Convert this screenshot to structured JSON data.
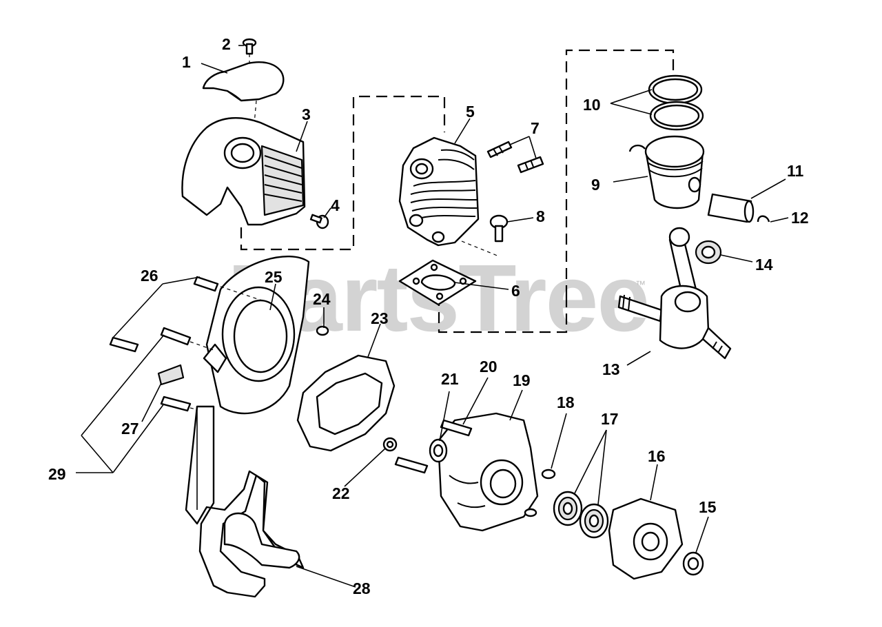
{
  "watermark": {
    "text": "PartsTree",
    "trademark": "™"
  },
  "callouts": [
    {
      "id": "1",
      "label": "1"
    },
    {
      "id": "2",
      "label": "2"
    },
    {
      "id": "3",
      "label": "3"
    },
    {
      "id": "4",
      "label": "4"
    },
    {
      "id": "5",
      "label": "5"
    },
    {
      "id": "6",
      "label": "6"
    },
    {
      "id": "7",
      "label": "7"
    },
    {
      "id": "8",
      "label": "8"
    },
    {
      "id": "9",
      "label": "9"
    },
    {
      "id": "10",
      "label": "10"
    },
    {
      "id": "11",
      "label": "11"
    },
    {
      "id": "12",
      "label": "12"
    },
    {
      "id": "13",
      "label": "13"
    },
    {
      "id": "14",
      "label": "14"
    },
    {
      "id": "15",
      "label": "15"
    },
    {
      "id": "16",
      "label": "16"
    },
    {
      "id": "17",
      "label": "17"
    },
    {
      "id": "18",
      "label": "18"
    },
    {
      "id": "19",
      "label": "19"
    },
    {
      "id": "20",
      "label": "20"
    },
    {
      "id": "21",
      "label": "21"
    },
    {
      "id": "22",
      "label": "22"
    },
    {
      "id": "23",
      "label": "23"
    },
    {
      "id": "24",
      "label": "24"
    },
    {
      "id": "25",
      "label": "25"
    },
    {
      "id": "26",
      "label": "26"
    },
    {
      "id": "27",
      "label": "27"
    },
    {
      "id": "28",
      "label": "28"
    },
    {
      "id": "29",
      "label": "29"
    }
  ]
}
